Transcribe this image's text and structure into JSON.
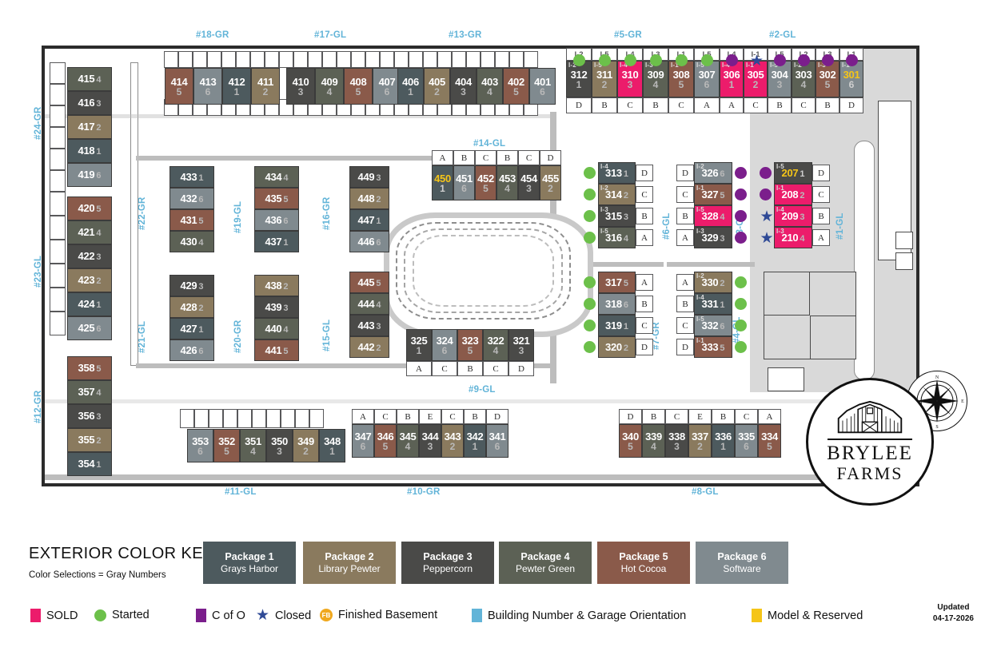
{
  "colors": {
    "pkg1": "#4d5a5e",
    "pkg2": "#8a7a5e",
    "pkg3": "#4a4a48",
    "pkg4": "#5c6155",
    "pkg5": "#8a5a4a",
    "pkg6": "#808a8f",
    "sold": "#ec1c6b",
    "started": "#6cc04a",
    "cofo": "#7b1e8c",
    "closed": "#2f4a96",
    "finished_basement": "#f0a81e",
    "building_number": "#62b4d8",
    "model_reserved": "#f5c518"
  },
  "key": {
    "title": "EXTERIOR COLOR KEY",
    "subtitle": "Color Selections = Gray Numbers",
    "packages": [
      {
        "name": "Package 1",
        "color_name": "Grays Harbor",
        "swatch": "#4d5a5e"
      },
      {
        "name": "Package 2",
        "color_name": "Library Pewter",
        "swatch": "#8a7a5e"
      },
      {
        "name": "Package 3",
        "color_name": "Peppercorn",
        "swatch": "#4a4a48"
      },
      {
        "name": "Package 4",
        "color_name": "Pewter Green",
        "swatch": "#5c6155"
      },
      {
        "name": "Package 5",
        "color_name": "Hot Cocoa",
        "swatch": "#8a5a4a"
      },
      {
        "name": "Package 6",
        "color_name": "Software",
        "swatch": "#808a8f"
      }
    ],
    "status_legend": [
      {
        "label": "SOLD",
        "marker": "square",
        "color": "#ec1c6b"
      },
      {
        "label": "Started",
        "marker": "circle",
        "color": "#6cc04a"
      },
      {
        "label": "C of O",
        "marker": "square",
        "color": "#7b1e8c"
      },
      {
        "label": "Closed",
        "marker": "star",
        "color": "#2f4a96"
      },
      {
        "label": "Finished Basement",
        "marker": "fb-circle",
        "color": "#f0a81e"
      },
      {
        "label": "Building Number & Garage Orientation",
        "marker": "square",
        "color": "#62b4d8"
      },
      {
        "label": "Model & Reserved",
        "marker": "square",
        "color": "#f5c518"
      }
    ],
    "updated_label": "Updated",
    "updated_date": "04-17-2026"
  },
  "logo": {
    "line1": "BRYLEE",
    "line2": "FARMS"
  },
  "compass": {
    "n": "N",
    "s": "S",
    "e": "E",
    "w": "W"
  },
  "streets": [
    {
      "name": "#18-GR"
    },
    {
      "name": "#17-GL"
    },
    {
      "name": "#13-GR"
    },
    {
      "name": "#5-GR"
    },
    {
      "name": "#2-GL"
    },
    {
      "name": "#24-GR"
    },
    {
      "name": "#23-GL"
    },
    {
      "name": "#12-GR"
    },
    {
      "name": "#22-GR"
    },
    {
      "name": "#21-GL"
    },
    {
      "name": "#19-GL"
    },
    {
      "name": "#20-GR"
    },
    {
      "name": "#16-GR"
    },
    {
      "name": "#15-GL"
    },
    {
      "name": "#14-GL"
    },
    {
      "name": "#6-GL"
    },
    {
      "name": "#7-GR"
    },
    {
      "name": "#3-GR"
    },
    {
      "name": "#4-GL"
    },
    {
      "name": "#1-GL"
    },
    {
      "name": "#9-GL"
    },
    {
      "name": "#11-GL"
    },
    {
      "name": "#10-GR"
    },
    {
      "name": "#8-GL"
    }
  ],
  "buildings": {
    "b18gr": {
      "label": "#18-GR",
      "units": [
        {
          "num": "414",
          "pkg": "5",
          "swatch": "#8a5a4a"
        },
        {
          "num": "413",
          "pkg": "6",
          "swatch": "#808a8f"
        },
        {
          "num": "412",
          "pkg": "1",
          "swatch": "#4d5a5e"
        },
        {
          "num": "411",
          "pkg": "2",
          "swatch": "#8a7a5e"
        }
      ]
    },
    "b17gl": {
      "label": "#17-GL",
      "units": [
        {
          "num": "410",
          "pkg": "3",
          "swatch": "#4a4a48"
        },
        {
          "num": "409",
          "pkg": "4",
          "swatch": "#5c6155"
        },
        {
          "num": "408",
          "pkg": "5",
          "swatch": "#8a5a4a"
        },
        {
          "num": "407",
          "pkg": "6",
          "swatch": "#808a8f"
        }
      ]
    },
    "b13gr": {
      "label": "#13-GR",
      "units": [
        {
          "num": "406",
          "pkg": "1",
          "swatch": "#4d5a5e"
        },
        {
          "num": "405",
          "pkg": "2",
          "swatch": "#8a7a5e"
        },
        {
          "num": "404",
          "pkg": "3",
          "swatch": "#4a4a48"
        },
        {
          "num": "403",
          "pkg": "4",
          "swatch": "#5c6155"
        },
        {
          "num": "402",
          "pkg": "5",
          "swatch": "#8a5a4a"
        },
        {
          "num": "401",
          "pkg": "6",
          "swatch": "#808a8f"
        }
      ]
    },
    "b5gr": {
      "label": "#5-GR",
      "units": [
        {
          "num": "312",
          "pkg": "1",
          "swatch": "#4a4a48",
          "plan": "I-2",
          "letter": "D",
          "status": "started"
        },
        {
          "num": "311",
          "pkg": "2",
          "swatch": "#8a7a5e",
          "plan": "I-5",
          "letter": "B",
          "status": "started"
        },
        {
          "num": "310",
          "pkg": "3",
          "swatch": "#ec1c6b",
          "plan": "I-4",
          "letter": "C",
          "status": "started",
          "sold": true
        },
        {
          "num": "309",
          "pkg": "4",
          "swatch": "#5c6155",
          "plan": "I-3",
          "letter": "B",
          "status": "started"
        },
        {
          "num": "308",
          "pkg": "5",
          "swatch": "#8a5a4a",
          "plan": "I-1",
          "letter": "C",
          "status": "started"
        },
        {
          "num": "307",
          "pkg": "6",
          "swatch": "#808a8f",
          "plan": "I-5",
          "letter": "A",
          "status": "started"
        }
      ]
    },
    "b2gl": {
      "label": "#2-GL",
      "units": [
        {
          "num": "306",
          "pkg": "1",
          "swatch": "#ec1c6b",
          "plan": "I-4",
          "letter": "A",
          "status": "cofo",
          "sold": true
        },
        {
          "num": "305",
          "pkg": "2",
          "swatch": "#ec1c6b",
          "plan": "I-1",
          "letter": "C",
          "status": "closed",
          "sold": true
        },
        {
          "num": "304",
          "pkg": "3",
          "swatch": "#808a8f",
          "plan": "I-5",
          "letter": "B",
          "status": "cofo"
        },
        {
          "num": "303",
          "pkg": "4",
          "swatch": "#5c6155",
          "plan": "I-2",
          "letter": "C",
          "status": "cofo"
        },
        {
          "num": "302",
          "pkg": "5",
          "swatch": "#8a5a4a",
          "plan": "I-3",
          "letter": "B",
          "status": "cofo"
        },
        {
          "num": "301",
          "pkg": "6",
          "swatch": "#808a8f",
          "plan": "I-1",
          "letter": "D",
          "status": "cofo",
          "model": true
        }
      ]
    },
    "b24gr": {
      "label": "#24-GR",
      "units": [
        {
          "num": "415",
          "pkg": "4",
          "swatch": "#5c6155"
        },
        {
          "num": "416",
          "pkg": "3",
          "swatch": "#4a4a48"
        },
        {
          "num": "417",
          "pkg": "2",
          "swatch": "#8a7a5e"
        },
        {
          "num": "418",
          "pkg": "1",
          "swatch": "#4d5a5e"
        },
        {
          "num": "419",
          "pkg": "6",
          "swatch": "#808a8f"
        }
      ]
    },
    "b23gl": {
      "label": "#23-GL",
      "units": [
        {
          "num": "420",
          "pkg": "5",
          "swatch": "#8a5a4a"
        },
        {
          "num": "421",
          "pkg": "4",
          "swatch": "#5c6155"
        },
        {
          "num": "422",
          "pkg": "3",
          "swatch": "#4a4a48"
        },
        {
          "num": "423",
          "pkg": "2",
          "swatch": "#8a7a5e"
        },
        {
          "num": "424",
          "pkg": "1",
          "swatch": "#4d5a5e"
        },
        {
          "num": "425",
          "pkg": "6",
          "swatch": "#808a8f"
        }
      ]
    },
    "b12gr": {
      "label": "#12-GR",
      "units": [
        {
          "num": "358",
          "pkg": "5",
          "swatch": "#8a5a4a"
        },
        {
          "num": "357",
          "pkg": "4",
          "swatch": "#5c6155"
        },
        {
          "num": "356",
          "pkg": "3",
          "swatch": "#4a4a48"
        },
        {
          "num": "355",
          "pkg": "2",
          "swatch": "#8a7a5e"
        },
        {
          "num": "354",
          "pkg": "1",
          "swatch": "#4d5a5e"
        }
      ]
    },
    "b22gr": {
      "label": "#22-GR",
      "units": [
        {
          "num": "433",
          "pkg": "1",
          "swatch": "#4d5a5e"
        },
        {
          "num": "432",
          "pkg": "6",
          "swatch": "#808a8f"
        },
        {
          "num": "431",
          "pkg": "5",
          "swatch": "#8a5a4a"
        },
        {
          "num": "430",
          "pkg": "4",
          "swatch": "#5c6155"
        }
      ]
    },
    "b21gl": {
      "label": "#21-GL",
      "units": [
        {
          "num": "429",
          "pkg": "3",
          "swatch": "#4a4a48"
        },
        {
          "num": "428",
          "pkg": "2",
          "swatch": "#8a7a5e"
        },
        {
          "num": "427",
          "pkg": "1",
          "swatch": "#4d5a5e"
        },
        {
          "num": "426",
          "pkg": "6",
          "swatch": "#808a8f"
        }
      ]
    },
    "b19gl": {
      "label": "#19-GL",
      "units": [
        {
          "num": "434",
          "pkg": "4",
          "swatch": "#5c6155"
        },
        {
          "num": "435",
          "pkg": "5",
          "swatch": "#8a5a4a"
        },
        {
          "num": "436",
          "pkg": "6",
          "swatch": "#808a8f"
        },
        {
          "num": "437",
          "pkg": "1",
          "swatch": "#4d5a5e"
        }
      ]
    },
    "b20gr": {
      "label": "#20-GR",
      "units": [
        {
          "num": "438",
          "pkg": "2",
          "swatch": "#8a7a5e"
        },
        {
          "num": "439",
          "pkg": "3",
          "swatch": "#4a4a48"
        },
        {
          "num": "440",
          "pkg": "4",
          "swatch": "#5c6155"
        },
        {
          "num": "441",
          "pkg": "5",
          "swatch": "#8a5a4a"
        }
      ]
    },
    "b16gr": {
      "label": "#16-GR",
      "units": [
        {
          "num": "449",
          "pkg": "3",
          "swatch": "#4a4a48"
        },
        {
          "num": "448",
          "pkg": "2",
          "swatch": "#8a7a5e"
        },
        {
          "num": "447",
          "pkg": "1",
          "swatch": "#4d5a5e"
        },
        {
          "num": "446",
          "pkg": "6",
          "swatch": "#808a8f"
        }
      ]
    },
    "b15gl": {
      "label": "#15-GL",
      "units": [
        {
          "num": "445",
          "pkg": "5",
          "swatch": "#8a5a4a"
        },
        {
          "num": "444",
          "pkg": "4",
          "swatch": "#5c6155"
        },
        {
          "num": "443",
          "pkg": "3",
          "swatch": "#4a4a48"
        },
        {
          "num": "442",
          "pkg": "2",
          "swatch": "#8a7a5e"
        }
      ]
    },
    "b14gl": {
      "label": "#14-GL",
      "units": [
        {
          "num": "450",
          "pkg": "1",
          "swatch": "#4d5a5e",
          "letter": "A",
          "model": true
        },
        {
          "num": "451",
          "pkg": "6",
          "swatch": "#808a8f",
          "letter": "B"
        },
        {
          "num": "452",
          "pkg": "5",
          "swatch": "#8a5a4a",
          "letter": "C"
        },
        {
          "num": "453",
          "pkg": "4",
          "swatch": "#5c6155",
          "letter": "B"
        },
        {
          "num": "454",
          "pkg": "3",
          "swatch": "#4a4a48",
          "letter": "C"
        },
        {
          "num": "455",
          "pkg": "2",
          "swatch": "#8a7a5e",
          "letter": "D"
        }
      ]
    },
    "b6gl": {
      "label": "#6-GL",
      "units": [
        {
          "num": "313",
          "pkg": "1",
          "swatch": "#4d5a5e",
          "plan": "I-4",
          "letter": "D",
          "status": "started"
        },
        {
          "num": "314",
          "pkg": "2",
          "swatch": "#8a7a5e",
          "plan": "I-2",
          "letter": "C",
          "status": "started"
        },
        {
          "num": "315",
          "pkg": "3",
          "swatch": "#4a4a48",
          "plan": "I-3",
          "letter": "B",
          "status": "started"
        },
        {
          "num": "316",
          "pkg": "4",
          "swatch": "#5c6155",
          "plan": "I-5",
          "letter": "A",
          "status": "started"
        }
      ]
    },
    "b7gr": {
      "label": "#7-GR",
      "units": [
        {
          "num": "317",
          "pkg": "5",
          "swatch": "#8a5a4a",
          "letter": "A",
          "status": "started"
        },
        {
          "num": "318",
          "pkg": "6",
          "swatch": "#808a8f",
          "letter": "B",
          "status": "started"
        },
        {
          "num": "319",
          "pkg": "1",
          "swatch": "#4d5a5e",
          "letter": "C",
          "status": "started"
        },
        {
          "num": "320",
          "pkg": "2",
          "swatch": "#8a7a5e",
          "letter": "D",
          "status": "started"
        }
      ]
    },
    "b3gr": {
      "label": "#3-GR",
      "units": [
        {
          "num": "326",
          "pkg": "6",
          "swatch": "#808a8f",
          "plan": "I-2",
          "letter": "D",
          "status": "cofo"
        },
        {
          "num": "327",
          "pkg": "5",
          "swatch": "#8a5a4a",
          "plan": "I-1",
          "letter": "C",
          "status": "cofo"
        },
        {
          "num": "328",
          "pkg": "4",
          "swatch": "#ec1c6b",
          "plan": "I-5",
          "letter": "B",
          "status": "cofo",
          "sold": true
        },
        {
          "num": "329",
          "pkg": "3",
          "swatch": "#4a4a48",
          "plan": "I-3",
          "letter": "A",
          "status": "cofo"
        }
      ]
    },
    "b1gl": {
      "label": "#1-GL",
      "units": [
        {
          "num": "207",
          "pkg": "1",
          "swatch": "#4a4a48",
          "plan": "I-5",
          "letter": "D",
          "status": "cofo",
          "model": true
        },
        {
          "num": "208",
          "pkg": "2",
          "swatch": "#ec1c6b",
          "plan": "I-1",
          "letter": "C",
          "status": "cofo",
          "sold": true
        },
        {
          "num": "209",
          "pkg": "3",
          "swatch": "#ec1c6b",
          "plan": "I-4",
          "letter": "B",
          "status": "closed",
          "sold": true
        },
        {
          "num": "210",
          "pkg": "4",
          "swatch": "#ec1c6b",
          "plan": "I-3",
          "letter": "A",
          "status": "closed",
          "sold": true
        }
      ]
    },
    "b4gl": {
      "label": "#4-GL",
      "units": [
        {
          "num": "330",
          "pkg": "2",
          "swatch": "#8a7a5e",
          "plan": "I-2",
          "letter": "A",
          "status": "started"
        },
        {
          "num": "331",
          "pkg": "1",
          "swatch": "#4d5a5e",
          "plan": "I-4",
          "letter": "B",
          "status": "started"
        },
        {
          "num": "332",
          "pkg": "6",
          "swatch": "#808a8f",
          "plan": "I-5",
          "letter": "C",
          "status": "started"
        },
        {
          "num": "333",
          "pkg": "5",
          "swatch": "#8a5a4a",
          "plan": "I-1",
          "letter": "D",
          "status": "started"
        }
      ]
    },
    "b9gl": {
      "label": "#9-GL",
      "units": [
        {
          "num": "325",
          "pkg": "1",
          "swatch": "#4a4a48",
          "letter": "A"
        },
        {
          "num": "324",
          "pkg": "6",
          "swatch": "#808a8f",
          "letter": "C"
        },
        {
          "num": "323",
          "pkg": "5",
          "swatch": "#8a5a4a",
          "letter": "B"
        },
        {
          "num": "322",
          "pkg": "4",
          "swatch": "#5c6155",
          "letter": "C"
        },
        {
          "num": "321",
          "pkg": "3",
          "swatch": "#4a4a48",
          "letter": "D"
        }
      ]
    },
    "b11gl": {
      "label": "#11-GL",
      "units": [
        {
          "num": "353",
          "pkg": "6",
          "swatch": "#808a8f"
        },
        {
          "num": "352",
          "pkg": "5",
          "swatch": "#8a5a4a"
        },
        {
          "num": "351",
          "pkg": "4",
          "swatch": "#5c6155"
        },
        {
          "num": "350",
          "pkg": "3",
          "swatch": "#4a4a48"
        },
        {
          "num": "349",
          "pkg": "2",
          "swatch": "#8a7a5e"
        },
        {
          "num": "348",
          "pkg": "1",
          "swatch": "#4d5a5e"
        }
      ]
    },
    "b10gr": {
      "label": "#10-GR",
      "units": [
        {
          "num": "347",
          "pkg": "6",
          "swatch": "#808a8f",
          "letter": "A"
        },
        {
          "num": "346",
          "pkg": "5",
          "swatch": "#8a5a4a",
          "letter": "C"
        },
        {
          "num": "345",
          "pkg": "4",
          "swatch": "#5c6155",
          "letter": "B"
        },
        {
          "num": "344",
          "pkg": "3",
          "swatch": "#4a4a48",
          "letter": "E"
        },
        {
          "num": "343",
          "pkg": "2",
          "swatch": "#8a7a5e",
          "letter": "C"
        },
        {
          "num": "342",
          "pkg": "1",
          "swatch": "#4d5a5e",
          "letter": "B"
        },
        {
          "num": "341",
          "pkg": "6",
          "swatch": "#808a8f",
          "letter": "D"
        }
      ]
    },
    "b8gl": {
      "label": "#8-GL",
      "units": [
        {
          "num": "340",
          "pkg": "5",
          "swatch": "#8a5a4a",
          "letter": "D"
        },
        {
          "num": "339",
          "pkg": "4",
          "swatch": "#5c6155",
          "letter": "B"
        },
        {
          "num": "338",
          "pkg": "3",
          "swatch": "#4a4a48",
          "letter": "C"
        },
        {
          "num": "337",
          "pkg": "2",
          "swatch": "#8a7a5e",
          "letter": "E"
        },
        {
          "num": "336",
          "pkg": "1",
          "swatch": "#4d5a5e",
          "letter": "B"
        },
        {
          "num": "335",
          "pkg": "6",
          "swatch": "#808a8f",
          "letter": "C"
        },
        {
          "num": "334",
          "pkg": "5",
          "swatch": "#8a5a4a",
          "letter": "A"
        }
      ]
    }
  }
}
